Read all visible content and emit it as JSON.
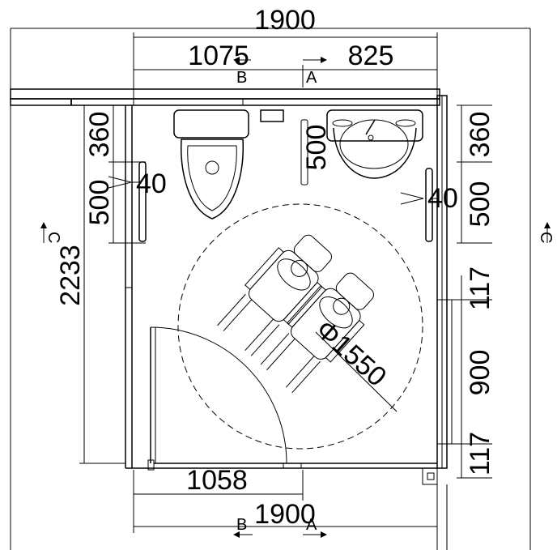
{
  "dimensions": {
    "top_total": "1900",
    "top_left": "1075",
    "top_right": "825",
    "bottom_total": "1900",
    "bottom_door": "1058",
    "left_height": "2233",
    "left_360": "360",
    "left_500": "500",
    "left_gap": "40",
    "sink_500": "500",
    "right_360": "360",
    "right_500": "500",
    "right_gap": "40",
    "right_117_top": "117",
    "right_900": "900",
    "right_117_bottom": "117",
    "turning_circle": "Φ1550"
  },
  "section_marks": {
    "a_top": "A",
    "b_top": "B",
    "a_bottom": "A",
    "b_bottom": "B",
    "c_left": "C",
    "c_right": "C"
  }
}
